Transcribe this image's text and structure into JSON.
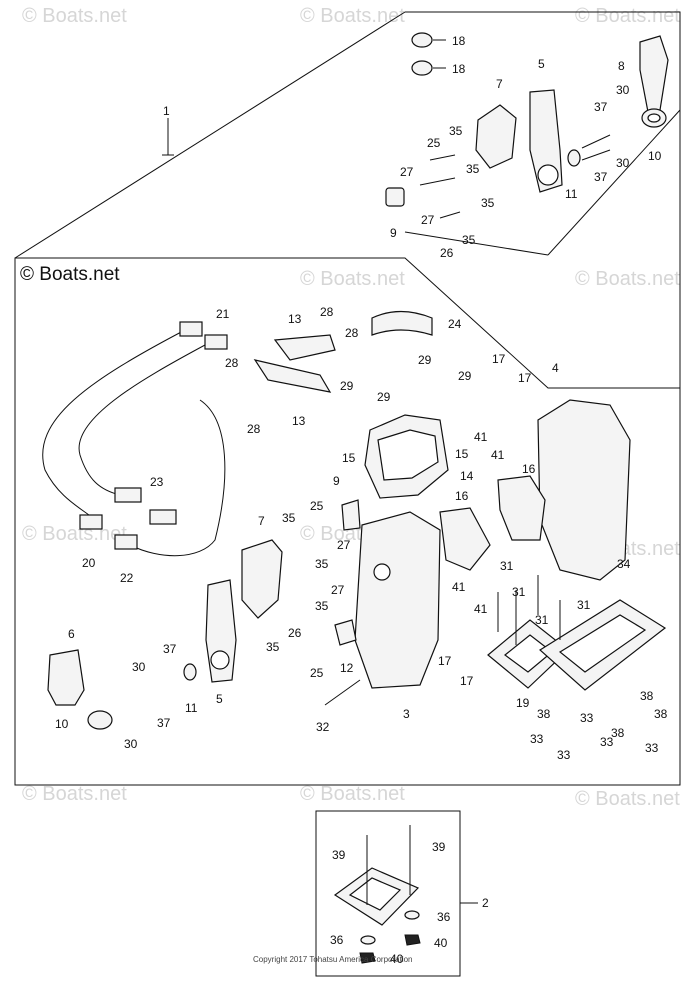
{
  "watermarks": [
    "© Boats.net",
    "© Boats.net",
    "© Boats.net",
    "© Boats.net",
    "© Boats.net",
    "© Boats.net",
    "© Boats.net",
    "© Boats.net",
    "© Boats.net",
    "© Boats.net",
    "© Boats.net"
  ],
  "main_watermark": "© Boats.net",
  "copyright": "Copyright 2017 Tohatsu America Corporation",
  "callouts": {
    "c1": "1",
    "c2": "2",
    "c3": "3",
    "c4": "4",
    "c5a": "5",
    "c5b": "5",
    "c6": "6",
    "c7a": "7",
    "c7b": "7",
    "c8": "8",
    "c9a": "9",
    "c9b": "9",
    "c10a": "10",
    "c10b": "10",
    "c11a": "11",
    "c11b": "11",
    "c12": "12",
    "c13a": "13",
    "c13b": "13",
    "c14": "14",
    "c15a": "15",
    "c15b": "15",
    "c16a": "16",
    "c16b": "16",
    "c17a": "17",
    "c17b": "17",
    "c17c": "17",
    "c17d": "17",
    "c18a": "18",
    "c18b": "18",
    "c19": "19",
    "c20": "20",
    "c21": "21",
    "c22": "22",
    "c23": "23",
    "c24": "24",
    "c25a": "25",
    "c25b": "25",
    "c25c": "25",
    "c26a": "26",
    "c26b": "26",
    "c27a": "27",
    "c27b": "27",
    "c27c": "27",
    "c27d": "27",
    "c28a": "28",
    "c28b": "28",
    "c28c": "28",
    "c28d": "28",
    "c29a": "29",
    "c29b": "29",
    "c29c": "29",
    "c29d": "29",
    "c30a": "30",
    "c30b": "30",
    "c30c": "30",
    "c30d": "30",
    "c31a": "31",
    "c31b": "31",
    "c31c": "31",
    "c31d": "31",
    "c32": "32",
    "c33a": "33",
    "c33b": "33",
    "c33c": "33",
    "c33d": "33",
    "c33e": "33",
    "c34": "34",
    "c35a": "35",
    "c35b": "35",
    "c35c": "35",
    "c35d": "35",
    "c35e": "35",
    "c35f": "35",
    "c35g": "35",
    "c35h": "35",
    "c36a": "36",
    "c36b": "36",
    "c37a": "37",
    "c37b": "37",
    "c37c": "37",
    "c37d": "37",
    "c38a": "38",
    "c38b": "38",
    "c38c": "38",
    "c38d": "38",
    "c39a": "39",
    "c39b": "39",
    "c40a": "40",
    "c40b": "40",
    "c41a": "41",
    "c41b": "41",
    "c41c": "41",
    "c41d": "41"
  }
}
